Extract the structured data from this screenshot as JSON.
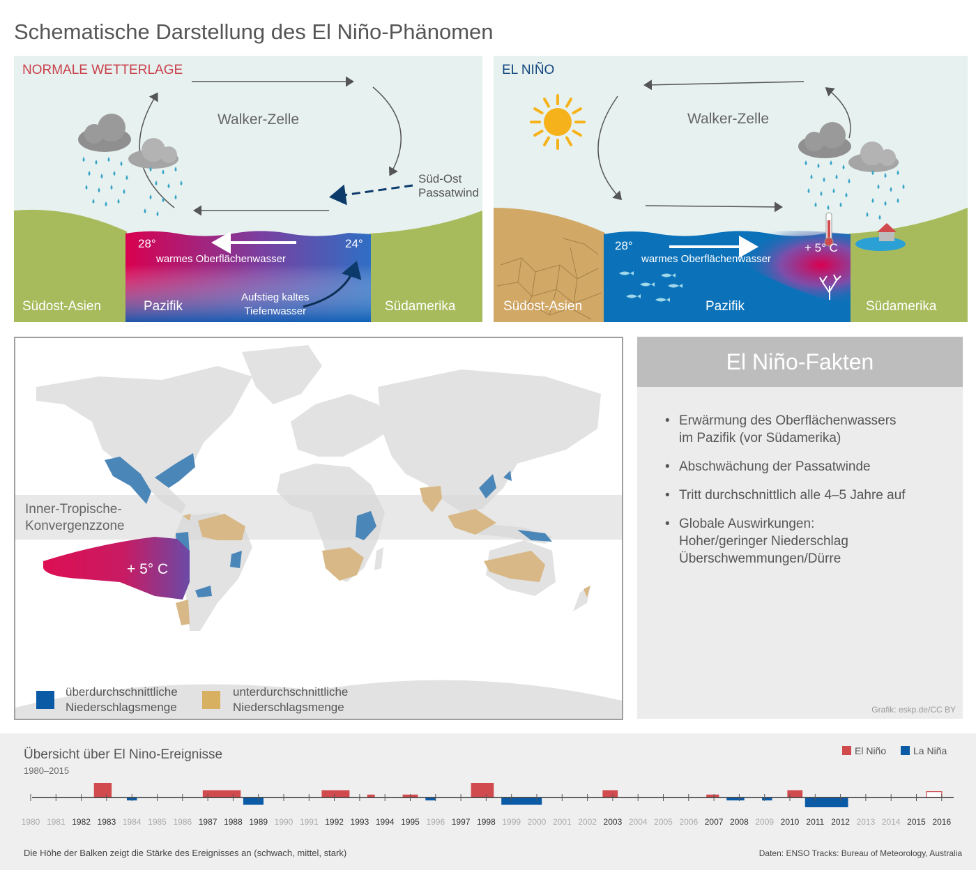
{
  "title": "Schematische Darstellung des El Niño-Phänomen",
  "normal": {
    "heading": "NORMALE WETTERLAGE",
    "walker": "Walker-Zelle",
    "wind": [
      "Süd-Ost",
      "Passatwind"
    ],
    "temp_west": "28°",
    "temp_east": "24°",
    "water": "warmes Oberflächenwasser",
    "upwelling": [
      "Aufstieg kaltes",
      "Tiefenwasser"
    ],
    "land_west": "Südost-Asien",
    "ocean": "Pazifik",
    "land_east": "Südamerika"
  },
  "nino": {
    "heading": "EL NIÑO",
    "walker": "Walker-Zelle",
    "temp_west": "28°",
    "temp_east": "+ 5° C",
    "water": "warmes Oberflächenwasser",
    "land_west": "Südost-Asien",
    "ocean": "Pazifik",
    "land_east": "Südamerika"
  },
  "map": {
    "itcz": [
      "Inner-Tropische-",
      "Konvergenzzone"
    ],
    "warm_label": "+ 5° C",
    "legend_wet": [
      "überdurchschnittliche",
      "Niederschlagsmenge"
    ],
    "legend_dry": [
      "unterdurchschnittliche",
      "Niederschlagsmenge"
    ]
  },
  "colors": {
    "wet": "#4a86b8",
    "dry": "#d8b886",
    "el_nino": "#d14b4e",
    "la_nina": "#0b5aa6",
    "ocean": "#0b72b9",
    "land": "#a8bb5c",
    "sky": "#e7f1f0"
  },
  "facts": {
    "heading": "El Niño-Fakten",
    "items": [
      [
        "Erwärmung des Oberflächenwassers",
        "im Pazifik (vor Südamerika)"
      ],
      [
        "Abschwächung der Passatwinde"
      ],
      [
        "Tritt durchschnittlich alle 4–5 Jahre auf"
      ],
      [
        "Globale Auswirkungen:",
        "Hoher/geringer Niederschlag",
        "Überschwemmungen/Dürre"
      ]
    ],
    "credit": "Grafik: eskp.de/CC BY"
  },
  "chart_data": {
    "type": "bar",
    "title": "Übersicht über El Nino-Ereignisse",
    "subtitle": "1980–2015",
    "legend": [
      "El Niño",
      "La Niña"
    ],
    "years": [
      1980,
      1981,
      1982,
      1983,
      1984,
      1985,
      1986,
      1987,
      1988,
      1989,
      1990,
      1991,
      1992,
      1993,
      1994,
      1995,
      1996,
      1997,
      1998,
      1999,
      2000,
      2001,
      2002,
      2003,
      2004,
      2005,
      2006,
      2007,
      2008,
      2009,
      2010,
      2011,
      2012,
      2013,
      2014,
      2015,
      2016
    ],
    "highlighted_years": [
      1982,
      1983,
      1987,
      1988,
      1989,
      1992,
      1993,
      1994,
      1995,
      1997,
      1998,
      2003,
      2007,
      2008,
      2010,
      2011,
      2012,
      2015,
      2016
    ],
    "series": [
      {
        "name": "El Niño",
        "events": [
          {
            "start": 1982.5,
            "end": 1983.2,
            "strength": 3
          },
          {
            "start": 1986.8,
            "end": 1988.3,
            "strength": 1.5
          },
          {
            "start": 1991.5,
            "end": 1992.6,
            "strength": 1.5
          },
          {
            "start": 1993.3,
            "end": 1993.6,
            "strength": 0.6
          },
          {
            "start": 1994.7,
            "end": 1995.3,
            "strength": 0.6
          },
          {
            "start": 1997.4,
            "end": 1998.3,
            "strength": 3
          },
          {
            "start": 2002.6,
            "end": 2003.2,
            "strength": 1.5
          },
          {
            "start": 2006.7,
            "end": 2007.2,
            "strength": 0.6
          },
          {
            "start": 2009.9,
            "end": 2010.5,
            "strength": 1.5
          },
          {
            "start": 2015.4,
            "end": 2016.0,
            "strength": 1.2,
            "ongoing": true
          }
        ]
      },
      {
        "name": "La Niña",
        "events": [
          {
            "start": 1983.8,
            "end": 1984.2,
            "strength": 0.6
          },
          {
            "start": 1988.4,
            "end": 1989.2,
            "strength": 1.5
          },
          {
            "start": 1995.6,
            "end": 1996.0,
            "strength": 0.6
          },
          {
            "start": 1998.6,
            "end": 2000.2,
            "strength": 1.5
          },
          {
            "start": 2007.5,
            "end": 2008.2,
            "strength": 0.6
          },
          {
            "start": 2008.9,
            "end": 2009.3,
            "strength": 0.6
          },
          {
            "start": 2010.6,
            "end": 2012.3,
            "strength": 2
          }
        ]
      }
    ],
    "footnote": "Die Höhe der Balken zeigt die Stärke des Ereignisses an (schwach, mittel, stark)",
    "source": "Daten: ENSO Tracks: Bureau of Meteorology, Australia"
  }
}
